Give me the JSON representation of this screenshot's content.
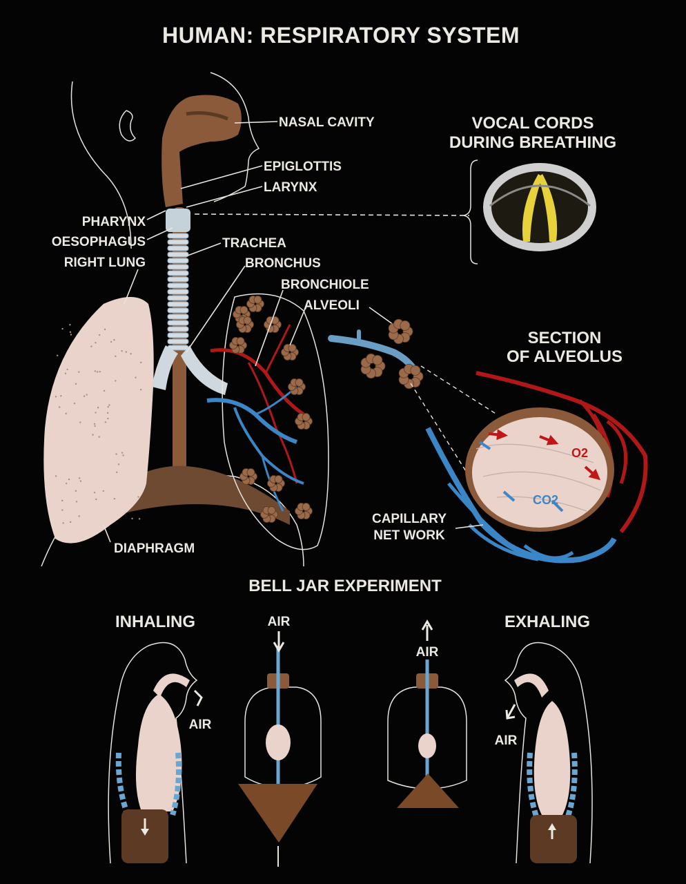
{
  "title": "HUMAN: RESPIRATORY SYSTEM",
  "labels": {
    "nasal_cavity": "NASAL CAVITY",
    "epiglottis": "EPIGLOTTIS",
    "larynx": "LARYNX",
    "pharynx": "PHARYNX",
    "oesophagus": "OESOPHAGUS",
    "right_lung": "RIGHT LUNG",
    "trachea": "TRACHEA",
    "bronchus": "BRONCHUS",
    "bronchiole": "BRONCHIOLE",
    "alveoli": "ALVEOLI",
    "diaphragm": "DIAPHRAGM",
    "capillary_line1": "CAPILLARY",
    "capillary_line2": "NET WORK",
    "o2": "O2",
    "co2": "CO2"
  },
  "vocal_cords": {
    "line1": "VOCAL CORDS",
    "line2": "DURING BREATHING"
  },
  "alveolus_section": {
    "line1": "SECTION",
    "line2": "OF ALVEOLUS"
  },
  "bell_jar": {
    "title": "BELL JAR EXPERIMENT",
    "inhaling": "INHALING",
    "exhaling": "EXHALING",
    "air_inhale_person": "AIR",
    "air_jar_in": "AIR",
    "air_jar_out": "AIR",
    "air_exhale_person": "AIR"
  },
  "colors": {
    "background": "#050405",
    "tissue": "#e9d3cb",
    "brown": "#8a5a3a",
    "oxygenated_blood": "#b01818",
    "deoxygenated_blood": "#3a86c6",
    "text": "#ece8e2",
    "vocal_cords": "#e8d23c"
  }
}
